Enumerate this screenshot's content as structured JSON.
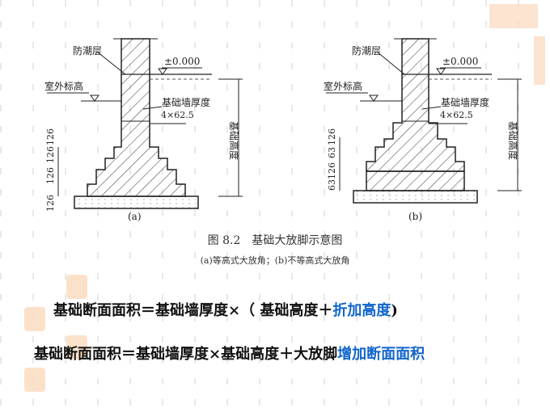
{
  "figure": {
    "a": {
      "damp_layer": "防潮层",
      "zero_level": "±0.000",
      "outdoor_level": "室外标高",
      "wall_thickness": "基础墙厚度",
      "step_width": "4×62.5",
      "foundation_height": "基础高度",
      "step_heights": [
        "126",
        "126",
        "126",
        "126"
      ],
      "label": "(a)"
    },
    "b": {
      "damp_layer": "防潮层",
      "zero_level": "±0.000",
      "outdoor_level": "室外标高",
      "wall_thickness": "基础墙厚度",
      "step_width": "4×62.5",
      "foundation_height": "基础高度",
      "step_heights": [
        "126",
        "63",
        "126",
        "63"
      ],
      "label": "(b)"
    },
    "caption": "图 8.2　基础大放脚示意图",
    "subcaption": "(a)等高式大放角；(b)不等高式大放角"
  },
  "formulas": [
    {
      "main": "基础断面面积＝基础墙厚度×（ 基础高度＋",
      "highlight": "折加高度",
      "tail": ")"
    },
    {
      "main": "基础断面面积＝基础墙厚度×基础高度＋大放脚",
      "highlight": "增加断面面积",
      "tail": ""
    }
  ],
  "colors": {
    "highlight": "#1166cc",
    "seal": "#fbd9bd"
  }
}
